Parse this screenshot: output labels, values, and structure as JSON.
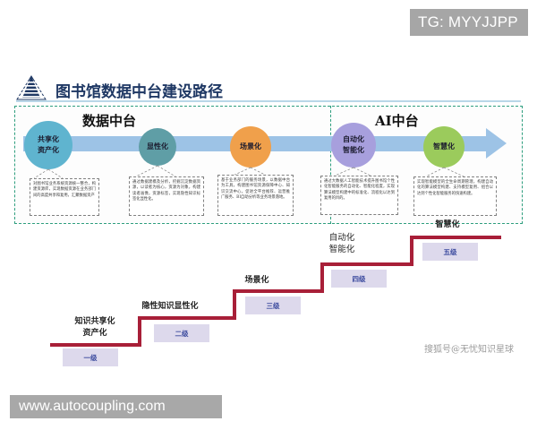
{
  "watermarks": {
    "top_badge": "TG: MYYJJPP",
    "sohu": "搜狐号@无忧知识星球",
    "url": "www.autocoupling.com"
  },
  "header": {
    "title": "图书馆数据中台建设路径",
    "logo_icon": "pyramid-logo-icon"
  },
  "diagram": {
    "sections": [
      {
        "label": "数据中台"
      },
      {
        "label": "AI中台"
      }
    ],
    "stages": [
      {
        "name": "共享化资产化",
        "lines": [
          "共享化",
          "资产化"
        ],
        "color": "#5fb4cf",
        "description": "对图书馆业务系统资源统一整合，构建资源库，实现数据资源在业务部门间的高度共享和复用，汇聚数据资产"
      },
      {
        "name": "显性化",
        "lines": [
          "显性化"
        ],
        "color": "#5f9ea6",
        "description": "通过数据建模及分析，挖掘沉淀数据资源，以读者为核心，资源为对象，构建读者画像，资源标签，实现隐性知识标签化显性化。"
      },
      {
        "name": "场景化",
        "lines": [
          "场景化"
        ],
        "color": "#f0a04b",
        "description": "基于业务部门的服务场景，以数据中台为工具，构建图书馆资源保障中心、知识交流中心，促进全平台推荐、运营推广服务、BI自助分析等业务场景落地。"
      },
      {
        "name": "自动化智能化",
        "lines": [
          "自动化",
          "智能化"
        ],
        "color": "#a79fdd",
        "description": "通过大数据人工智能技术提升图书馆个性化智能服务的自动化、智能化程度，实现算法模型构建中的标准化、流程化以达到复用的目的。"
      },
      {
        "name": "智慧化",
        "lines": [
          "智慧化"
        ],
        "color": "#9bcb5c",
        "description": "实现智能模型的全生命周期管理，构建自动化的算法模型构建、支持模型复用、组合以达到个性化智能服务的快速构建。"
      }
    ],
    "accent_colors": {
      "arrow": "#9dc3e6",
      "panel_border": "#2e9e7e",
      "title": "#1f3864",
      "stair_line": "#a81f38",
      "step_box": "#ddd9ec"
    }
  },
  "staircase": {
    "steps": [
      {
        "level": "一级",
        "label_lines": [
          "知识共享化",
          "资产化"
        ],
        "style": "serif"
      },
      {
        "level": "二级",
        "label_lines": [
          "隐性知识显性化"
        ],
        "style": "serif"
      },
      {
        "level": "三级",
        "label_lines": [
          "场景化"
        ],
        "style": "serif"
      },
      {
        "level": "四级",
        "label_lines": [
          "自动化",
          "智能化"
        ],
        "style": "sans"
      },
      {
        "level": "五级",
        "label_lines": [
          "智慧化"
        ],
        "style": "serif"
      }
    ]
  }
}
